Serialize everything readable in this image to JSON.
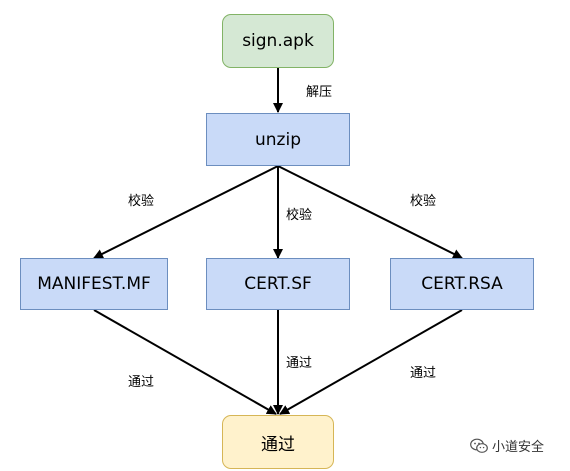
{
  "colors": {
    "start_fill": "#d5e8d4",
    "start_border": "#82b366",
    "process_fill": "#c9daf8",
    "process_border": "#6c8ebf",
    "end_fill": "#fff2cc",
    "end_border": "#d6b656",
    "arrow": "#000000"
  },
  "nodes": {
    "sign_apk": "sign.apk",
    "unzip": "unzip",
    "manifest": "MANIFEST.MF",
    "cert_sf": "CERT.SF",
    "cert_rsa": "CERT.RSA",
    "pass": "通过"
  },
  "edge_labels": {
    "unzip": "解压",
    "verify_left": "校验",
    "verify_mid": "校验",
    "verify_right": "校验",
    "pass_left": "通过",
    "pass_mid": "通过",
    "pass_right": "通过"
  },
  "watermark": {
    "icon": "wechat-icon",
    "text": "小道安全"
  }
}
